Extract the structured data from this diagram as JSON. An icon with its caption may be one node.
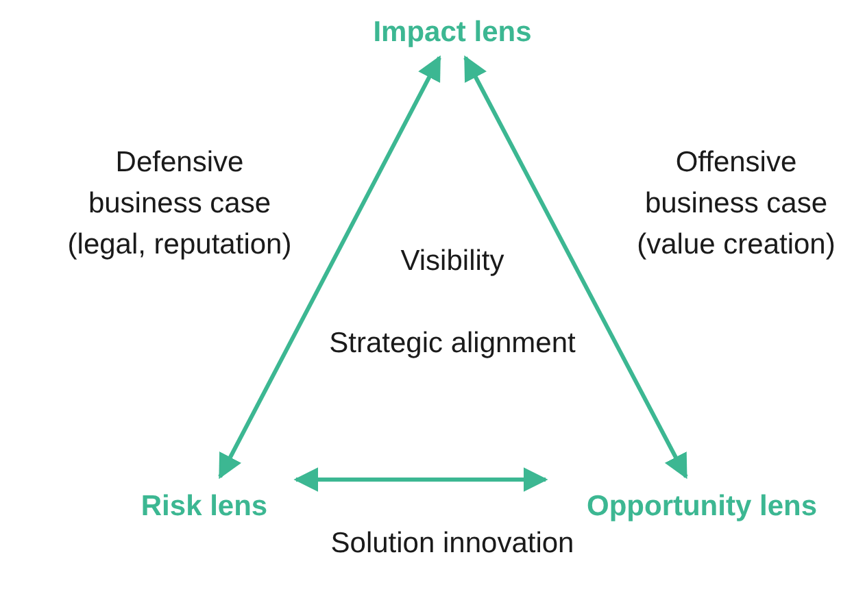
{
  "diagram": {
    "nodes": [
      {
        "text": [
          "Impact lens"
        ]
      },
      {
        "text": [
          "Risk lens"
        ]
      },
      {
        "text": [
          "Opportunity lens"
        ]
      }
    ],
    "edges": [
      {
        "from": 0,
        "to": 1,
        "arrow": "both",
        "label": "Defensive business case (legal, reputation)"
      },
      {
        "from": 0,
        "to": 2,
        "arrow": "both",
        "label": "Offensive business case (value creation)"
      },
      {
        "from": 1,
        "to": 2,
        "arrow": "both",
        "label": "Solution innovation"
      }
    ],
    "labels": [
      "Visibility",
      "Strategic alignment"
    ]
  }
}
